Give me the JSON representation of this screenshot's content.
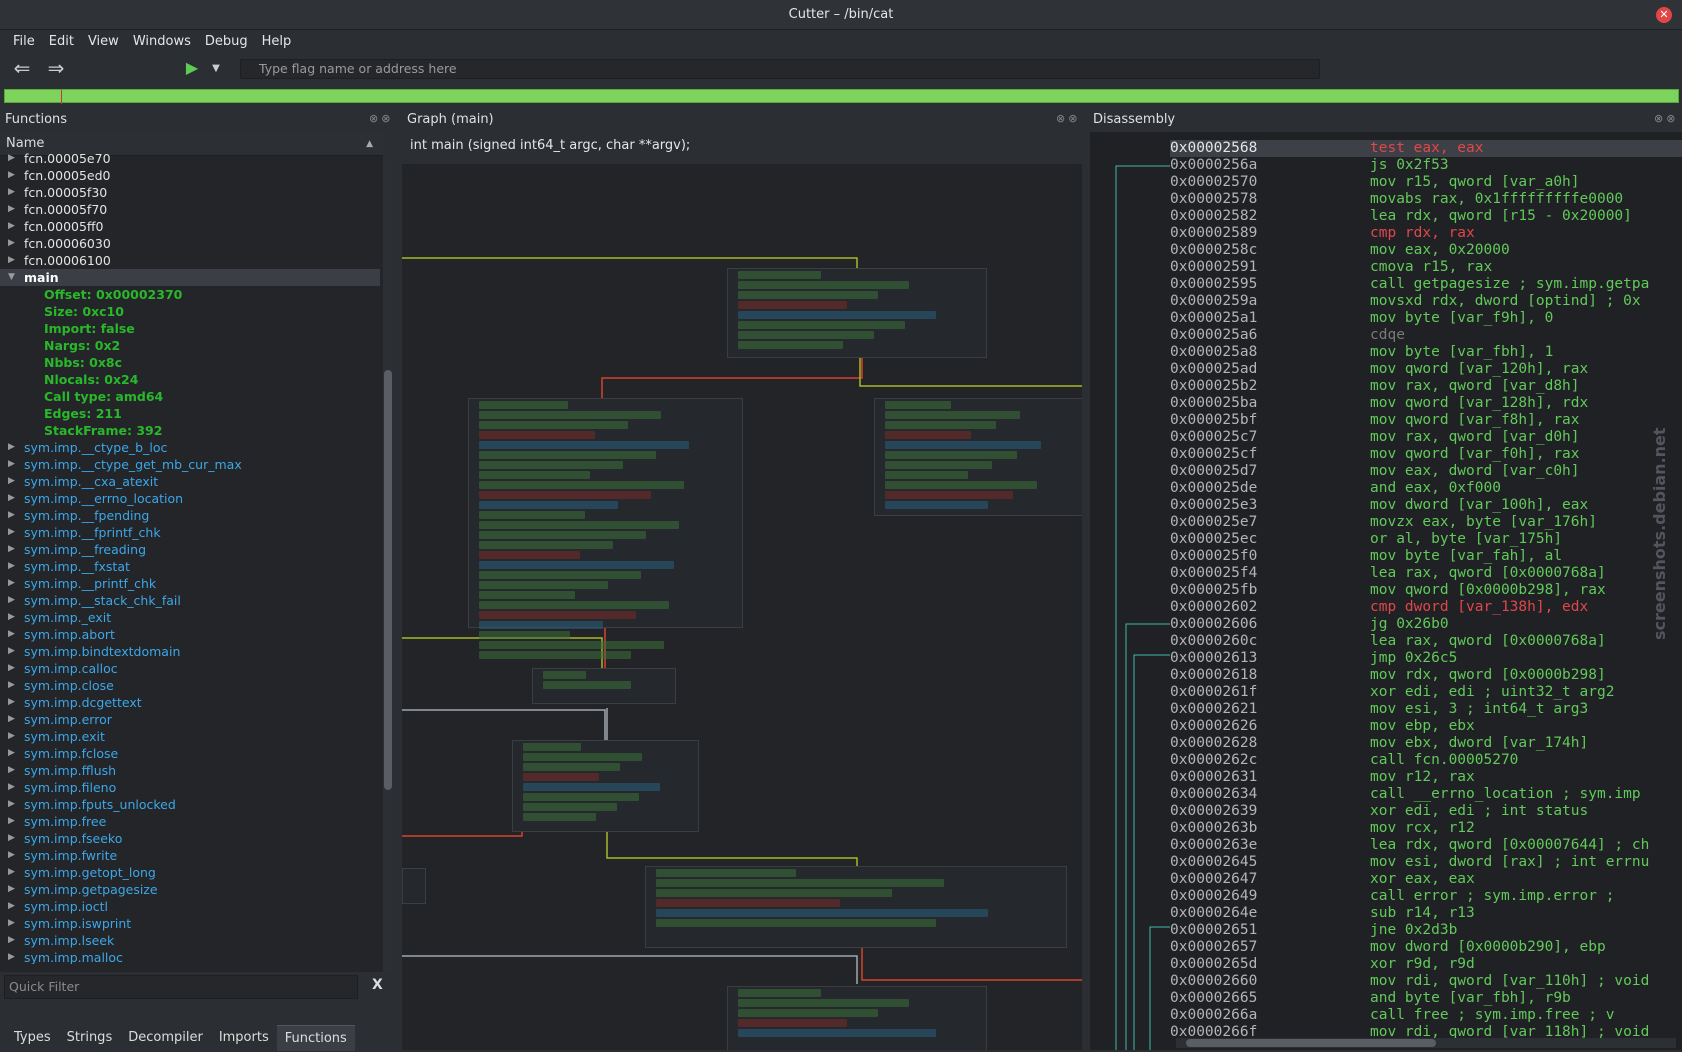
{
  "window": {
    "title": "Cutter – /bin/cat"
  },
  "menu": [
    "File",
    "Edit",
    "View",
    "Windows",
    "Debug",
    "Help"
  ],
  "toolbar": {
    "search_placeholder": "Type flag name or address here"
  },
  "docks": {
    "functions": "Functions",
    "graph": "Graph (main)",
    "disassembly": "Disassembly"
  },
  "functions": {
    "column_header": "Name",
    "items_before": [
      "fcn.00005e70",
      "fcn.00005ed0",
      "fcn.00005f30",
      "fcn.00005f70",
      "fcn.00005ff0",
      "fcn.00006030",
      "fcn.00006100"
    ],
    "selected": "main",
    "details": [
      "Offset: 0x00002370",
      "Size: 0xc10",
      "Import: false",
      "Nargs: 0x2",
      "Nbbs: 0x8c",
      "Nlocals: 0x24",
      "Call type: amd64",
      "Edges: 211",
      "StackFrame: 392"
    ],
    "items_after": [
      "sym.imp.__ctype_b_loc",
      "sym.imp.__ctype_get_mb_cur_max",
      "sym.imp.__cxa_atexit",
      "sym.imp.__errno_location",
      "sym.imp.__fpending",
      "sym.imp.__fprintf_chk",
      "sym.imp.__freading",
      "sym.imp.__fxstat",
      "sym.imp.__printf_chk",
      "sym.imp.__stack_chk_fail",
      "sym.imp._exit",
      "sym.imp.abort",
      "sym.imp.bindtextdomain",
      "sym.imp.calloc",
      "sym.imp.close",
      "sym.imp.dcgettext",
      "sym.imp.error",
      "sym.imp.exit",
      "sym.imp.fclose",
      "sym.imp.fflush",
      "sym.imp.fileno",
      "sym.imp.fputs_unlocked",
      "sym.imp.free",
      "sym.imp.fseeko",
      "sym.imp.fwrite",
      "sym.imp.getopt_long",
      "sym.imp.getpagesize",
      "sym.imp.ioctl",
      "sym.imp.iswprint",
      "sym.imp.lseek",
      "sym.imp.malloc"
    ],
    "quick_filter_placeholder": "Quick Filter",
    "clear_label": "X"
  },
  "bottom_tabs": [
    "Types",
    "Strings",
    "Decompiler",
    "Imports",
    "Functions"
  ],
  "active_tab": "Functions",
  "graph": {
    "signature": "int main (signed int64_t argc, char **argv);"
  },
  "disassembly": [
    {
      "addr": "0x00002568",
      "ins": "test eax, eax",
      "c": "ins-r"
    },
    {
      "addr": "0x0000256a",
      "ins": "js 0x2f53",
      "c": "ins-g"
    },
    {
      "addr": "0x00002570",
      "ins": "mov r15, qword [var_a0h]",
      "c": "ins-g"
    },
    {
      "addr": "0x00002578",
      "ins": "movabs rax, 0x1fffffffffe0000",
      "c": "ins-g"
    },
    {
      "addr": "0x00002582",
      "ins": "lea rdx, qword [r15 - 0x20000]",
      "c": "ins-g"
    },
    {
      "addr": "0x00002589",
      "ins": "cmp rdx, rax",
      "c": "ins-r"
    },
    {
      "addr": "0x0000258c",
      "ins": "mov eax, 0x20000",
      "c": "ins-g"
    },
    {
      "addr": "0x00002591",
      "ins": "cmova r15, rax",
      "c": "ins-g"
    },
    {
      "addr": "0x00002595",
      "ins": "call getpagesize ; sym.imp.getpa",
      "c": "ins-g"
    },
    {
      "addr": "0x0000259a",
      "ins": "movsxd rdx, dword [optind] ; 0x",
      "c": "ins-g"
    },
    {
      "addr": "0x000025a1",
      "ins": "mov byte [var_f9h], 0",
      "c": "ins-g"
    },
    {
      "addr": "0x000025a6",
      "ins": "cdqe",
      "c": "ins-gr"
    },
    {
      "addr": "0x000025a8",
      "ins": "mov byte [var_fbh], 1",
      "c": "ins-g"
    },
    {
      "addr": "0x000025ad",
      "ins": "mov qword [var_120h], rax",
      "c": "ins-g"
    },
    {
      "addr": "0x000025b2",
      "ins": "mov rax, qword [var_d8h]",
      "c": "ins-g"
    },
    {
      "addr": "0x000025ba",
      "ins": "mov qword [var_128h], rdx",
      "c": "ins-g"
    },
    {
      "addr": "0x000025bf",
      "ins": "mov qword [var_f8h], rax",
      "c": "ins-g"
    },
    {
      "addr": "0x000025c7",
      "ins": "mov rax, qword [var_d0h]",
      "c": "ins-g"
    },
    {
      "addr": "0x000025cf",
      "ins": "mov qword [var_f0h], rax",
      "c": "ins-g"
    },
    {
      "addr": "0x000025d7",
      "ins": "mov eax, dword [var_c0h]",
      "c": "ins-g"
    },
    {
      "addr": "0x000025de",
      "ins": "and eax, 0xf000",
      "c": "ins-g"
    },
    {
      "addr": "0x000025e3",
      "ins": "mov dword [var_100h], eax",
      "c": "ins-g"
    },
    {
      "addr": "0x000025e7",
      "ins": "movzx eax, byte [var_176h]",
      "c": "ins-g"
    },
    {
      "addr": "0x000025ec",
      "ins": "or al, byte [var_175h]",
      "c": "ins-g"
    },
    {
      "addr": "0x000025f0",
      "ins": "mov byte [var_fah], al",
      "c": "ins-g"
    },
    {
      "addr": "0x000025f4",
      "ins": "lea rax, qword [0x0000768a]",
      "c": "ins-g"
    },
    {
      "addr": "0x000025fb",
      "ins": "mov qword [0x0000b298], rax",
      "c": "ins-g"
    },
    {
      "addr": "0x00002602",
      "ins": "cmp dword [var_138h], edx",
      "c": "ins-r"
    },
    {
      "addr": "0x00002606",
      "ins": "jg 0x26b0",
      "c": "ins-g"
    },
    {
      "addr": "0x0000260c",
      "ins": "lea rax, qword [0x0000768a]",
      "c": "ins-g"
    },
    {
      "addr": "0x00002613",
      "ins": "jmp 0x26c5",
      "c": "ins-g"
    },
    {
      "addr": "0x00002618",
      "ins": "mov rdx, qword [0x0000b298]",
      "c": "ins-g"
    },
    {
      "addr": "0x0000261f",
      "ins": "xor edi, edi   ; uint32_t arg2",
      "c": "ins-g"
    },
    {
      "addr": "0x00002621",
      "ins": "mov esi, 3     ; int64_t arg3",
      "c": "ins-g"
    },
    {
      "addr": "0x00002626",
      "ins": "mov ebp, ebx",
      "c": "ins-g"
    },
    {
      "addr": "0x00002628",
      "ins": "mov ebx, dword [var_174h]",
      "c": "ins-g"
    },
    {
      "addr": "0x0000262c",
      "ins": "call fcn.00005270",
      "c": "ins-g"
    },
    {
      "addr": "0x00002631",
      "ins": "mov r12, rax",
      "c": "ins-g"
    },
    {
      "addr": "0x00002634",
      "ins": "call __errno_location ; sym.imp",
      "c": "ins-g"
    },
    {
      "addr": "0x00002639",
      "ins": "xor edi, edi   ; int status",
      "c": "ins-g"
    },
    {
      "addr": "0x0000263b",
      "ins": "mov rcx, r12",
      "c": "ins-g"
    },
    {
      "addr": "0x0000263e",
      "ins": "lea rdx, qword [0x00007644] ; ch",
      "c": "ins-g"
    },
    {
      "addr": "0x00002645",
      "ins": "mov esi, dword [rax] ; int errnu",
      "c": "ins-g"
    },
    {
      "addr": "0x00002647",
      "ins": "xor eax, eax",
      "c": "ins-g"
    },
    {
      "addr": "0x00002649",
      "ins": "call error     ; sym.imp.error ;",
      "c": "ins-g"
    },
    {
      "addr": "0x0000264e",
      "ins": "sub r14, r13",
      "c": "ins-g"
    },
    {
      "addr": "0x00002651",
      "ins": "jne 0x2d3b",
      "c": "ins-g"
    },
    {
      "addr": "0x00002657",
      "ins": "mov dword [0x0000b290], ebp",
      "c": "ins-g"
    },
    {
      "addr": "0x0000265d",
      "ins": "xor r9d, r9d",
      "c": "ins-g"
    },
    {
      "addr": "0x00002660",
      "ins": "mov rdi, qword [var_110h] ; void",
      "c": "ins-g"
    },
    {
      "addr": "0x00002665",
      "ins": "and byte [var_fbh], r9b",
      "c": "ins-g"
    },
    {
      "addr": "0x0000266a",
      "ins": "call free      ; sym.imp.free ; v",
      "c": "ins-g"
    },
    {
      "addr": "0x0000266f",
      "ins": "mov rdi, qword [var_118h] ; void",
      "c": "ins-g"
    }
  ],
  "watermark": "screenshots.debian.net",
  "colors": {
    "accent_green": "#62c95a",
    "symbol_blue": "#3ca7e8",
    "detail_green": "#29b82a",
    "nav_green": "#7dd35b"
  }
}
